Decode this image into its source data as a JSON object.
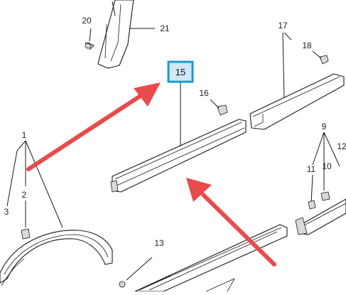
{
  "callouts": {
    "c1": "1",
    "c2": "2",
    "c3": "3",
    "c9": "9",
    "c10": "10",
    "c11": "11",
    "c12": "12",
    "c13": "13",
    "c15": "15",
    "c16": "16",
    "c17": "17",
    "c18": "18",
    "c20": "20",
    "c21": "21"
  },
  "highlight": {
    "label": "15",
    "color": "#1b9bd1",
    "fill": "#cfe9f7"
  },
  "arrows": {
    "color": "#e84b4b",
    "count": 2
  }
}
